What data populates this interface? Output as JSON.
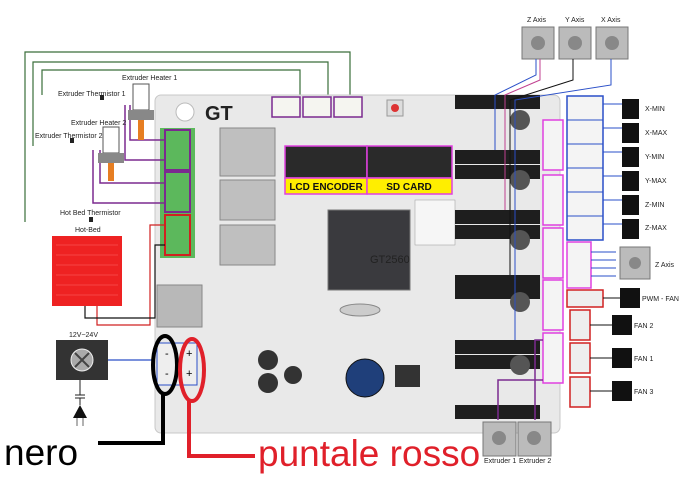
{
  "board": {
    "name": "GT2560",
    "logo": "GT"
  },
  "left_labels": {
    "extruder_heater_1": "Extruder Heater 1",
    "extruder_thermistor_1": "Extruder Thermistor 1",
    "extruder_heater_2": "Extruder Heater 2",
    "extruder_thermistor_2": "Extruder Thermistor 2",
    "hot_bed_thermistor": "Hot Bed Thermistor",
    "hot_bed": "Hot-Bed",
    "power_supply": "12V~24V"
  },
  "connectors": {
    "lcd": "LCD ENCODER",
    "sd": "SD CARD",
    "minus": "-",
    "plus": "+"
  },
  "top_motors": [
    "Z Axis",
    "Y Axis",
    "X Axis"
  ],
  "endstops": [
    "X-MIN",
    "X-MAX",
    "Y-MIN",
    "Y-MAX",
    "Z-MIN",
    "Z-MAX"
  ],
  "right_motor": "Z Axis",
  "fans": [
    "PWM - FAN",
    "FAN 2",
    "FAN 1",
    "FAN 3"
  ],
  "bottom_motors": [
    "Extruder 1",
    "Extruder 2"
  ],
  "annotations": {
    "black": "nero",
    "red": "puntale rosso"
  },
  "colors": {
    "black_probe": "#000000",
    "red_probe": "#e0202a",
    "highlight_purple": "#7b2a8f",
    "highlight_magenta": "#e040e0",
    "label_yellow": "#ffee00",
    "terminal_green": "#5cb85c"
  }
}
